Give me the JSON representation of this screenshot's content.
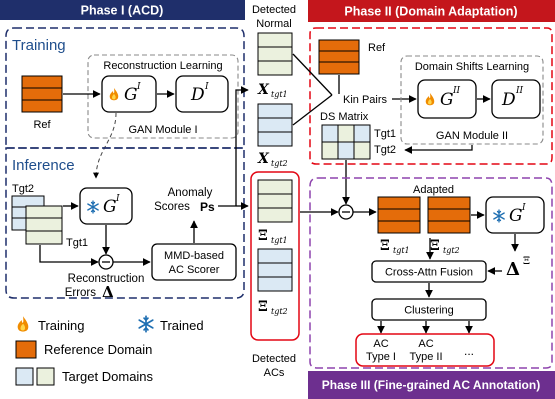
{
  "phase1": {
    "header": "Phase I (ACD)",
    "color": "#1f2f6b"
  },
  "phase2": {
    "header": "Phase II (Domain Adaptation)",
    "color": "#c4161c"
  },
  "phase3": {
    "header": "Phase III (Fine-grained AC Annotation)",
    "color": "#6d2f8f"
  },
  "training": {
    "label": "Training",
    "module_title": "Reconstruction Learning",
    "module_name": "GAN Module I",
    "ref_label": "Ref",
    "generator": {
      "base": "G",
      "sup": "I"
    },
    "discriminator": {
      "base": "D",
      "sup": "I"
    }
  },
  "inference": {
    "label": "Inference",
    "tgt2_label": "Tgt2",
    "tgt1_label": "Tgt1",
    "generator": {
      "base": "G",
      "sup": "I"
    },
    "recon_errors_line1": "Reconstruction",
    "recon_errors_line2": "Errors",
    "recon_errors_symbol": "Δ",
    "scorer_line1": "MMD-based",
    "scorer_line2": "AC Scorer",
    "anomaly_line1": "Anomaly",
    "anomaly_line2": "Scores",
    "anomaly_symbol": "Ps"
  },
  "middle": {
    "detected_normal_line1": "Detected",
    "detected_normal_line2": "Normal",
    "x_tgt1": {
      "base": "X",
      "sub": "tgt1"
    },
    "x_tgt2": {
      "base": "X",
      "sub": "tgt2"
    },
    "xi_tgt1": {
      "base": "Ξ",
      "sub": "tgt1"
    },
    "xi_tgt2": {
      "base": "Ξ",
      "sub": "tgt2"
    },
    "detected_acs_line1": "Detected",
    "detected_acs_line2": "ACs"
  },
  "phase2_content": {
    "ref_label": "Ref",
    "kin_pairs": "Kin Pairs",
    "ds_matrix": "DS Matrix",
    "tgt1": "Tgt1",
    "tgt2": "Tgt2",
    "module_title": "Domain Shifts Learning",
    "module_name": "GAN Module II",
    "generator": {
      "base": "G",
      "sup": "II"
    },
    "discriminator": {
      "base": "D",
      "sup": "II"
    }
  },
  "phase3_content": {
    "adapted": "Adapted",
    "xi_tgt1": {
      "base": "Ξ",
      "sub": "tgt1"
    },
    "xi_tgt2": {
      "base": "Ξ",
      "sub": "tgt2"
    },
    "generator": {
      "base": "G",
      "sup": "I"
    },
    "delta": {
      "base": "Δ",
      "sup": "Ξ"
    },
    "fusion": "Cross-Attn Fusion",
    "clustering": "Clustering",
    "type1_line1": "AC",
    "type1_line2": "Type I",
    "type2_line1": "AC",
    "type2_line2": "Type II",
    "ellipsis": "..."
  },
  "legend": {
    "training": "Training",
    "trained": "Trained",
    "reference": "Reference Domain",
    "target": "Target Domains"
  },
  "colors": {
    "orange": "#e46c0a",
    "light_green": "#ebf1de",
    "light_blue": "#dbe9f4",
    "red": "#e30613",
    "purple": "#8e44ad",
    "navy": "#1f2f6b",
    "flame": "#f08c00",
    "snow": "#1f6fb2"
  },
  "icons": [
    "flame-icon",
    "snowflake-icon",
    "minus-circle-icon"
  ]
}
